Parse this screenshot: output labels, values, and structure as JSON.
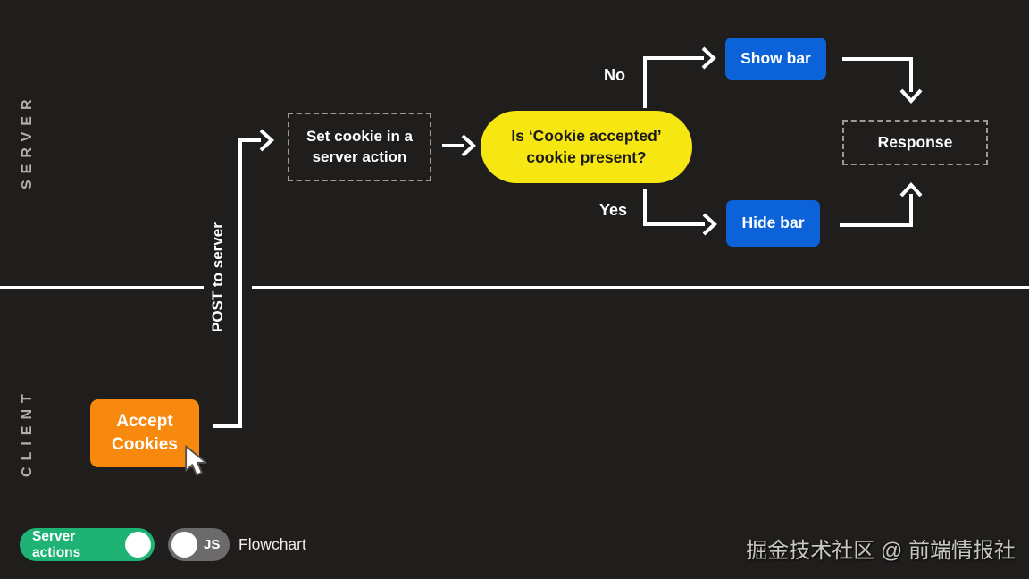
{
  "colors": {
    "background": "#201e1c",
    "accent_orange": "#f8890f",
    "accent_yellow": "#f6e612",
    "accent_blue": "#0b62d9",
    "toggle_green": "#1eb274",
    "toggle_gray": "#6c6b6a",
    "line_white": "#ffffff",
    "lane_label_gray": "#b2aeaa"
  },
  "lanes": {
    "server": "SERVER",
    "client": "CLIENT"
  },
  "flow": {
    "accept_cookies_label": "Accept\nCookies",
    "post_label": "POST to server",
    "set_cookie_label": "Set cookie in a\nserver action",
    "decision_label": "Is ‘Cookie accepted’\ncookie present?",
    "no_label": "No",
    "yes_label": "Yes",
    "show_bar_label": "Show bar",
    "hide_bar_label": "Hide bar",
    "response_label": "Response"
  },
  "footer": {
    "server_actions_label": "Server actions",
    "server_actions_state": "on",
    "js_label": "JS",
    "js_state": "off",
    "flowchart_label": "Flowchart",
    "watermark": "掘金技术社区 @ 前端情报社"
  }
}
